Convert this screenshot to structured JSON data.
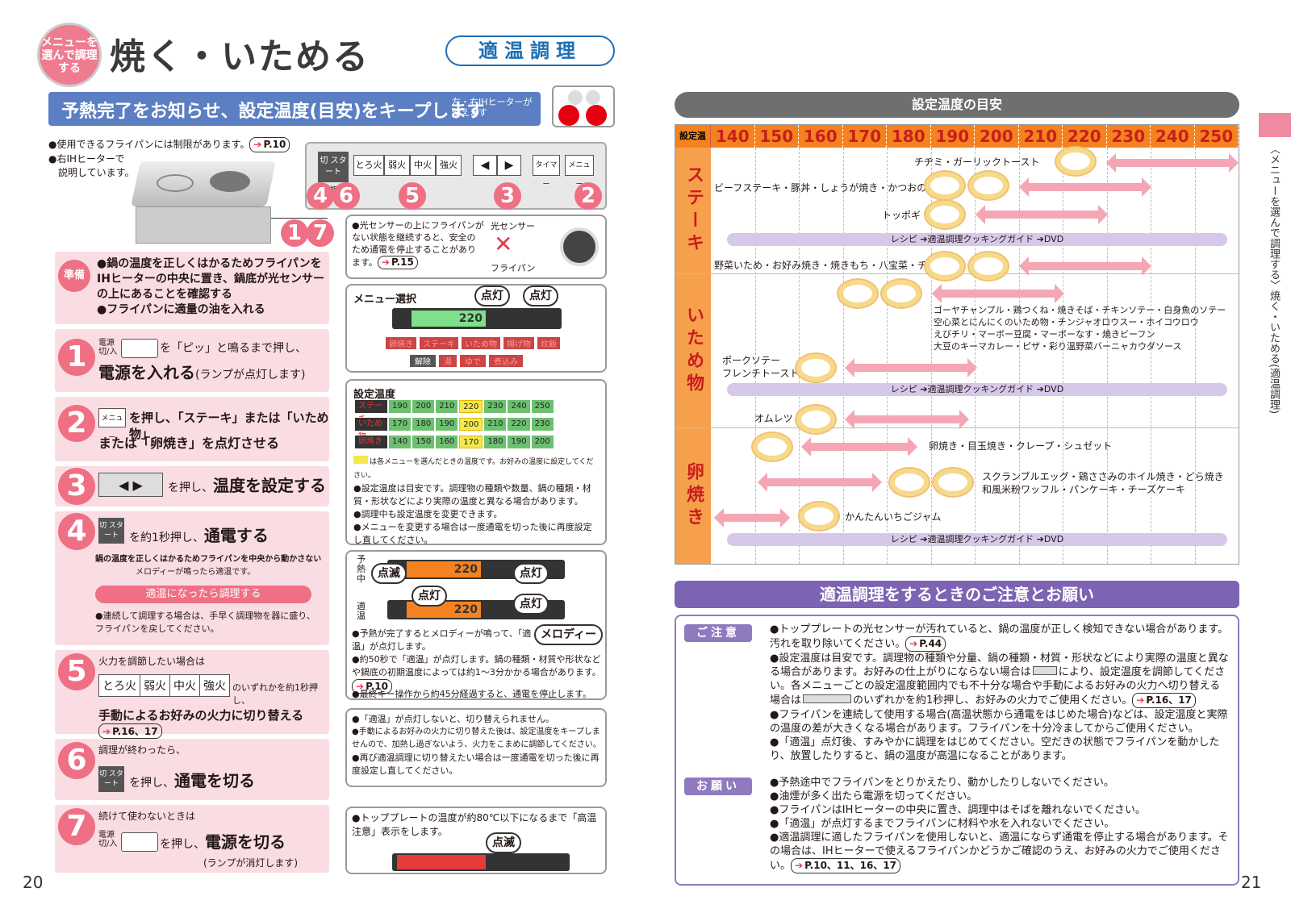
{
  "left": {
    "logo_text": "メニューを選んで調理する",
    "title": "焼く・いためる",
    "pill": "適温調理",
    "banner": "予熱完了をお知らせ、設定温度(目安)をキープします",
    "banner_sub": "左・右IHヒーターが使えます",
    "notes": [
      "●使用できるフライパンには制限があります。",
      "●右IHヒーターで",
      "説明しています。"
    ],
    "notes_ref": "P.10",
    "panel": {
      "power": "切 スタート",
      "power_sub": "1秒押し",
      "heat_buttons": [
        "とろ火",
        "弱火",
        "中火",
        "強火"
      ],
      "left_arrow": "◀",
      "right_arrow": "▶",
      "timer": "タイマー",
      "menu": "メニュー"
    },
    "panel_nums": [
      "4",
      "6",
      "5",
      "3",
      "2",
      "1",
      "7"
    ],
    "sensor": {
      "text": "●光センサーの上にフライパンがない状態を継続すると、安全のため通電を停止することがあります。",
      "ref": "P.15",
      "label1": "光センサー",
      "label2": "フライパン",
      "cross": "✕"
    },
    "junbi": {
      "badge": "準備",
      "line1": "●鍋の温度を正しくはかるためフライパンをIHヒーターの中央に置き、鍋底が光センサーの上にあることを確認する",
      "line2": "●フライパンに適量の油を入れる"
    },
    "steps": [
      {
        "num": "1",
        "pre": "電源 切/入",
        "text": "を「ピッ」と鳴るまで押し、",
        "big": "電源を入れる",
        "tail": "(ランプが点灯します)"
      },
      {
        "num": "2",
        "pre": "メニュー",
        "text": "を押し、「ステーキ」または「いため物」",
        "big": "または「卵焼き」を点灯させる"
      },
      {
        "num": "3",
        "pre": "◀ ▶",
        "text": "を押し、",
        "big": "温度を設定する"
      },
      {
        "num": "4",
        "pre": "切 スタート",
        "text": "を約1秒押し、",
        "big": "通電する",
        "sub1": "鍋の温度を正しくはかるためフライパンを中央から動かさない",
        "sub2": "メロディーが鳴ったら適温です。",
        "pink": "適温になったら調理する",
        "sub3": "●連続して調理する場合は、手早く調理物を器に盛り、フライパンを戻してください。"
      },
      {
        "num": "5",
        "pre": "火力を調節したい場合は",
        "buttons": [
          "とろ火",
          "弱火",
          "中火",
          "強火"
        ],
        "text": "のいずれかを約1秒押し、",
        "big": "手動によるお好みの火力に切り替える",
        "ref": "P.16、17"
      },
      {
        "num": "6",
        "pre": "調理が終わったら、",
        "power": "切 スタート",
        "text": "を押し、",
        "big": "通電を切る"
      },
      {
        "num": "7",
        "pre": "続けて使わないときは",
        "power": "電源 切/入",
        "text": "を押し、",
        "big": "電源を切る",
        "tail": "(ランプが消灯します)"
      }
    ],
    "menu_select": {
      "title": "メニュー選択",
      "bubble1": "点灯",
      "bubble2": "点灯",
      "lcd": "220",
      "menu_items": [
        "卵焼き",
        "ステーキ",
        "いため物",
        "揚げ物",
        "炊飯"
      ],
      "cancel": "解除",
      "row2": [
        "湯",
        "ゆで",
        "煮込み"
      ]
    },
    "setting": {
      "title": "設定温度",
      "rows": [
        {
          "label": "ステーキ",
          "values": [
            "190",
            "200",
            "210",
            "220",
            "230",
            "240",
            "250"
          ],
          "hi": 3
        },
        {
          "label": "いため物",
          "values": [
            "170",
            "180",
            "190",
            "200",
            "210",
            "220",
            "230"
          ],
          "hi": 3
        },
        {
          "label": "卵焼き",
          "values": [
            "140",
            "150",
            "160",
            "170",
            "180",
            "190",
            "200"
          ],
          "hi": 3
        }
      ],
      "notes": [
        "は各メニューを選んだときの温度です。お好みの温度に設定してください。",
        "●設定温度は目安です。調理物の種類や数量、鍋の種類・材質・形状などにより実際の温度と異なる場合があります。",
        "●調理中も設定温度を変更できます。",
        "●メニューを変更する場合は一度通電を切った後に再度設定し直してください。"
      ]
    },
    "preheat": {
      "label1": "予熱中",
      "label2": "適温",
      "blink": "点滅",
      "on1": "点灯",
      "on2": "点灯",
      "on3": "点灯",
      "melody": "メロディー",
      "lcd": "220",
      "notes": [
        "●予熱が完了するとメロディーが鳴って、「適温」が点灯します。",
        "●約50秒で「適温」が点灯します。鍋の種類・材質や形状などや鍋底の初期温度によっては約1～3分かかる場合があります。",
        "●最終キー操作から約45分経過すると、通電を停止します。"
      ],
      "ref": "P.10"
    },
    "manual_box": [
      "●「適温」が点灯しないと、切り替えられません。",
      "●手動によるお好みの火力に切り替えた後は、設定温度をキープしませんので、加熱し過ぎないよう、火力をこまめに調節してください。",
      "●再び適温調理に切り替えたい場合は一度通電を切った後に再度設定し直してください。"
    ],
    "hot_box": {
      "text": "●トッププレートの温度が約80℃以下になるまで「高温注意」表示をします。",
      "blink": "点滅"
    },
    "page_number": "20"
  },
  "right": {
    "chart_title": "設定温度の目安",
    "scale_label": "設定温度",
    "scale": [
      "140",
      "150",
      "160",
      "170",
      "180",
      "190",
      "200",
      "210",
      "220",
      "230",
      "240",
      "250"
    ],
    "categories": [
      "ステーキ",
      "いため物",
      "卵焼き"
    ],
    "items": {
      "steak1": "チヂミ・ガーリックトースト",
      "steak2": "ビーフステーキ・豚丼・しょうが焼き・かつおのたたき",
      "steak3": "トッポギ",
      "stir1": "野菜いため・お好み焼き・焼きもち・八宝菜・チャーハン",
      "stir2": "ゴーヤチャンプル・鶏つくね・焼きそば・チキンソテー・白身魚のソテー",
      "stir3": "空心菜とにんにくのいため物・チンジャオロウスー・ホイコウロウ",
      "stir4": "えびチリ・マーボー豆腐・マーボーなす・焼きビーフン",
      "stir5": "大豆のキーマカレー・ピザ・彩り温野菜バーニャカウダソース",
      "stir6": "ポークソテー",
      "stir7": "フレンチトースト",
      "egg1": "オムレツ",
      "egg2": "卵焼き・目玉焼き・クレープ・シュゼット",
      "egg3": "スクランブルエッグ・鶏ささみのホイル焼き・どら焼き",
      "egg4": "和風米粉ワッフル・パンケーキ・チーズケーキ",
      "egg5": "かんたんいちごジャム"
    },
    "recipe": "レシピ",
    "recipe_link": "適温調理クッキングガイド",
    "dvd": "DVD",
    "notice_title": "適温調理をするときのご注意とお願い",
    "caution_tag": "ご注意",
    "caution": [
      "●トッププレートの光センサーが汚れていると、鍋の温度が正しく検知できない場合があります。汚れを取り除いてください。",
      "●設定温度は目安です。調理物の種類や分量、鍋の種類・材質・形状などにより実際の温度と異なる場合があります。お好みの仕上がりにならない場合は",
      "により、設定温度を調節してください。各メニューごとの設定温度範囲内でも不十分な場合や手動によるお好みの火力へ切り替える場合は",
      "のいずれかを約1秒押し、お好みの火力でご使用ください。",
      "●フライパンを連続して使用する場合(高温状態から通電をはじめた場合)などは、設定温度と実際の温度の差が大きくなる場合があります。フライパンを十分冷ましてからご使用ください。",
      "●「適温」点灯後、すみやかに調理をはじめてください。空だきの状態でフライパンを動かしたり、放置したりすると、鍋の温度が高温になることがあります。"
    ],
    "caution_refs": [
      "P.44",
      "P.16、17"
    ],
    "request_tag": "お願い",
    "request": [
      "●予熱途中でフライパンをとりかえたり、動かしたりしないでください。",
      "●油煙が多く出たら電源を切ってください。",
      "●フライパンはIHヒーターの中央に置き、調理中はそばを離れないでください。",
      "●「適温」が点灯するまでフライパンに材料や水を入れないでください。",
      "●適温調理に適したフライパンを使用しないと、適温にならず通電を停止する場合があります。その場合は、IHヒーターで使えるフライパンかどうかご確認のうえ、お好みの火力でご使用ください。"
    ],
    "request_ref": "P.10、11、16、17",
    "side_text": "〈メニューを選んで調理する〉焼く・いためる(適温調理)",
    "page_number": "21"
  },
  "colors": {
    "pink": "#ef6f84",
    "blue": "#5b7fc2",
    "orange": "#f58220",
    "purple": "#7d63b3"
  }
}
